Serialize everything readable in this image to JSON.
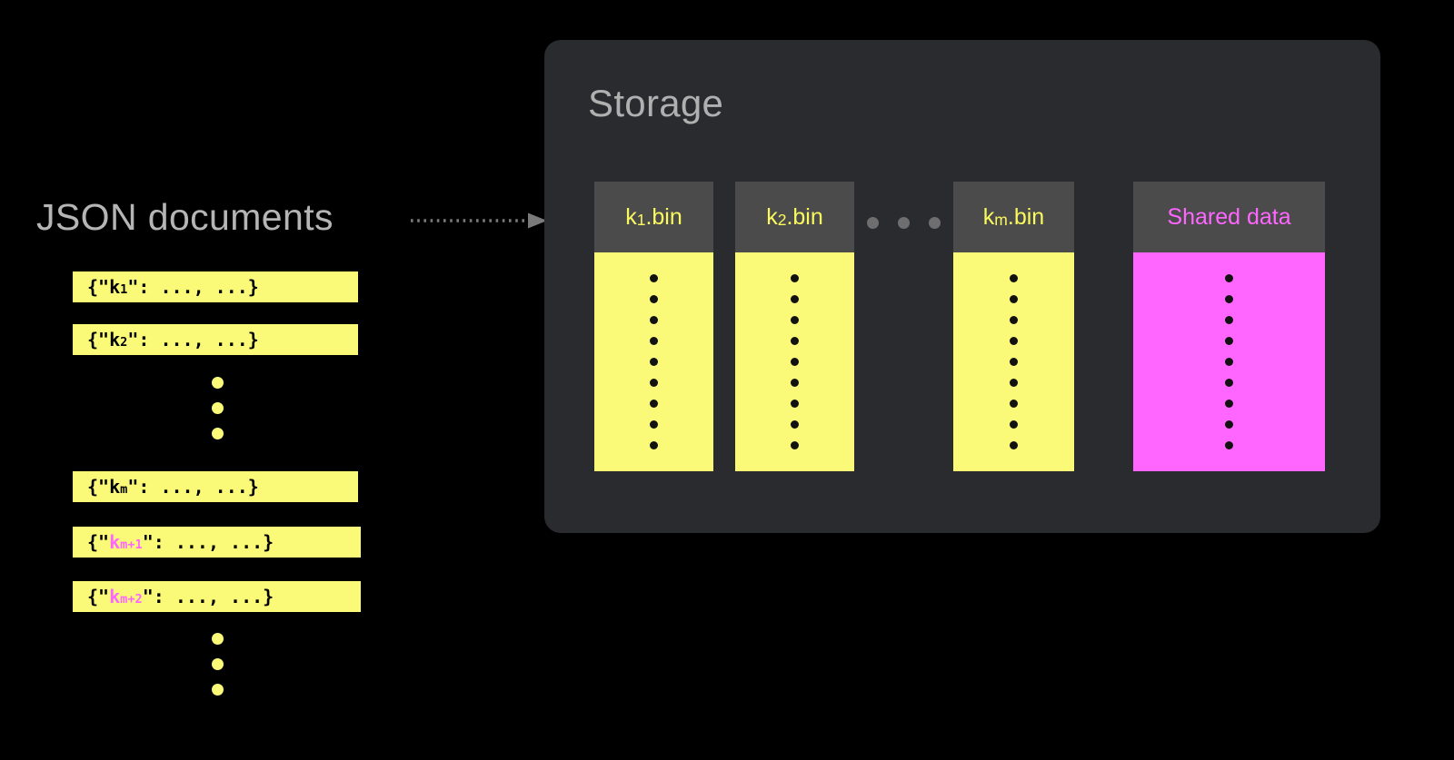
{
  "colors": {
    "background": "#000000",
    "panel": "#2a2b2f",
    "bin_header": "#4b4b4b",
    "yellow": "#fafa78",
    "yellow_text": "#fafa5e",
    "magenta": "#ff66ff",
    "title_gray": "#b5b5b5",
    "arrow_gray": "#777777",
    "dot_dark": "#121212"
  },
  "left": {
    "title": "JSON documents",
    "documents": [
      {
        "prefix": "{\"",
        "key": "k",
        "sub": "1",
        "key_color": "yellow",
        "suffix": "\": ...,  ...}"
      },
      {
        "prefix": "{\"",
        "key": "k",
        "sub": "2",
        "key_color": "yellow",
        "suffix": "\": ...,  ...}"
      },
      {
        "prefix": "{\"",
        "key": "k",
        "sub": "m",
        "key_color": "yellow",
        "suffix": "\": ...,  ...}"
      },
      {
        "prefix": "{\"",
        "key": "k",
        "sub": "m+1",
        "key_color": "magenta",
        "suffix": "\": ...,  ...}"
      },
      {
        "prefix": "{\"",
        "key": "k",
        "sub": "m+2",
        "key_color": "magenta",
        "suffix": "\": ...,  ...}"
      }
    ],
    "ellipsis_dot_count": 3
  },
  "arrow": {
    "style": "dotted",
    "direction": "right",
    "label": ""
  },
  "storage": {
    "title": "Storage",
    "bins": [
      {
        "label_prefix": "k",
        "label_sub": "1",
        "label_suffix": ".bin",
        "label_text": "k1.bin",
        "fill": "yellow",
        "dot_count": 9
      },
      {
        "label_prefix": "k",
        "label_sub": "2",
        "label_suffix": ".bin",
        "label_text": "k2.bin",
        "fill": "yellow",
        "dot_count": 9
      },
      {
        "label_prefix": "k",
        "label_sub": "m",
        "label_suffix": ".bin",
        "label_text": "km.bin",
        "fill": "yellow",
        "dot_count": 9
      },
      {
        "label_prefix": "Shared data",
        "label_sub": "",
        "label_suffix": "",
        "label_text": "Shared data",
        "fill": "magenta",
        "dot_count": 9
      }
    ],
    "bins_ellipsis_dot_count": 3
  }
}
